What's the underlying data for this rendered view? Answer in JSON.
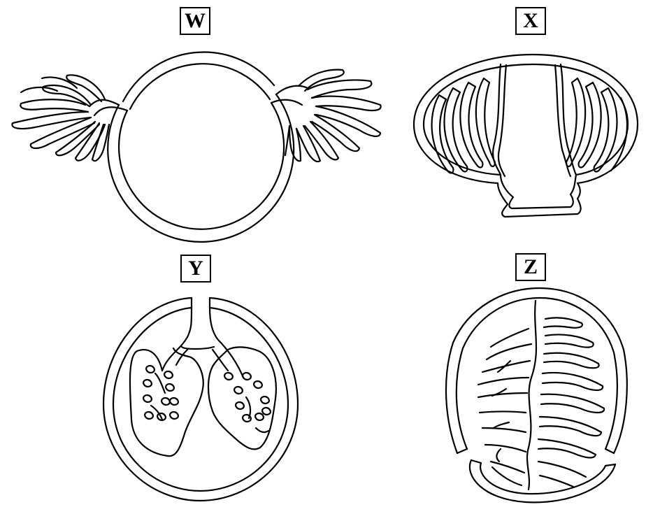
{
  "labels": {
    "w": "W",
    "x": "X",
    "y": "Y",
    "z": "Z"
  }
}
